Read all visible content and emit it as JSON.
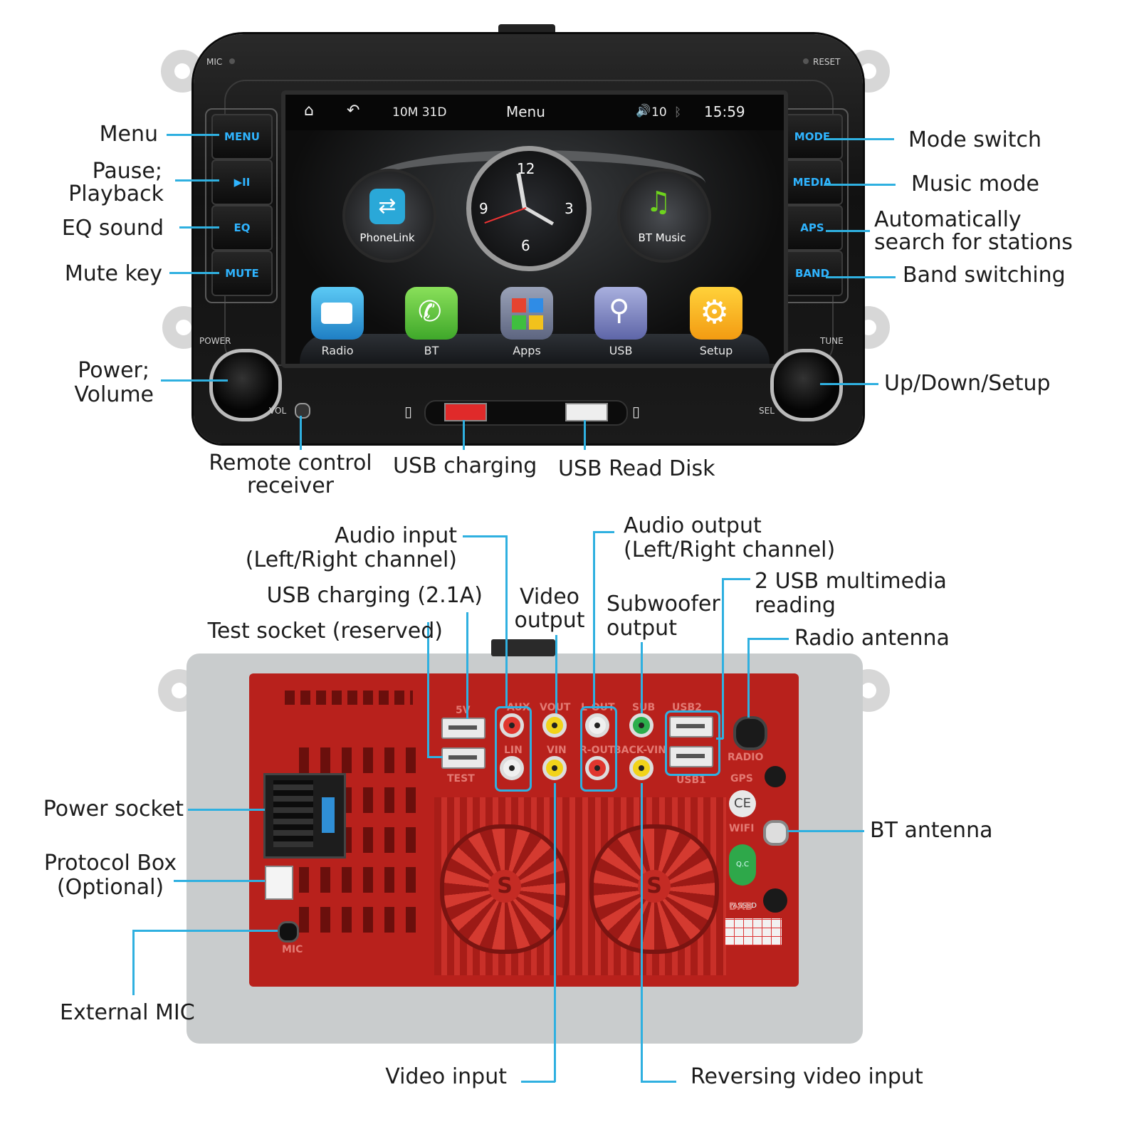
{
  "front": {
    "panel": {
      "mic": "MIC",
      "reset": "RESET",
      "power": "POWER",
      "tune": "TUNE",
      "vol": "VOL",
      "sel": "SEL"
    },
    "buttons_left": [
      "MENU",
      "▶II",
      "EQ",
      "MUTE"
    ],
    "buttons_right": [
      "MODE",
      "MEDIA",
      "APS",
      "BAND"
    ],
    "screen": {
      "date": "10M 31D",
      "title": "Menu",
      "volume": "10",
      "time": "15:59",
      "widgets": [
        "PhoneLink",
        "BT Music"
      ],
      "clock_numbers": [
        "12",
        "3",
        "6",
        "9"
      ],
      "apps": [
        "Radio",
        "BT",
        "Apps",
        "USB",
        "Setup"
      ]
    },
    "callouts": {
      "menu": "Menu",
      "pause": "Pause;",
      "playback": "Playback",
      "eq": "EQ sound",
      "mute": "Mute key",
      "power": "Power;",
      "volume": "Volume",
      "mode": "Mode switch",
      "music": "Music mode",
      "auto1": "Automatically",
      "auto2": "search for stations",
      "band": "Band switching",
      "updown": "Up/Down/Setup",
      "remote1": "Remote control",
      "remote2": "receiver",
      "usb_charging": "USB charging",
      "usb_read": "USB Read Disk"
    }
  },
  "back": {
    "port_labels": [
      "5V",
      "TEST",
      "AUX",
      "LIN",
      "VOUT",
      "VIN",
      "L-OUT",
      "R-OUT",
      "SUB",
      "BACK-VIN",
      "USB2",
      "USB1",
      "RADIO",
      "GPS",
      "WIFI",
      "DAB",
      "MIC"
    ],
    "callouts": {
      "audio_in1": "Audio input",
      "audio_in2": "(Left/Right channel)",
      "usb_charge": "USB charging (2.1A)",
      "test": "Test socket (reserved)",
      "video_out1": "Video",
      "video_out2": "output",
      "audio_out1": "Audio output",
      "audio_out2": "(Left/Right channel)",
      "sub1": "Subwoofer",
      "sub2": "output",
      "usb_media1": "2 USB multimedia",
      "usb_media2": "reading",
      "radio_ant": "Radio antenna",
      "power_socket": "Power socket",
      "protocol1": "Protocol Box",
      "protocol2": "(Optional)",
      "ext_mic": "External MIC",
      "bt_ant": "BT antenna",
      "video_in": "Video input",
      "reversing": "Reversing video input"
    },
    "qc": "Q.C PASSED"
  }
}
